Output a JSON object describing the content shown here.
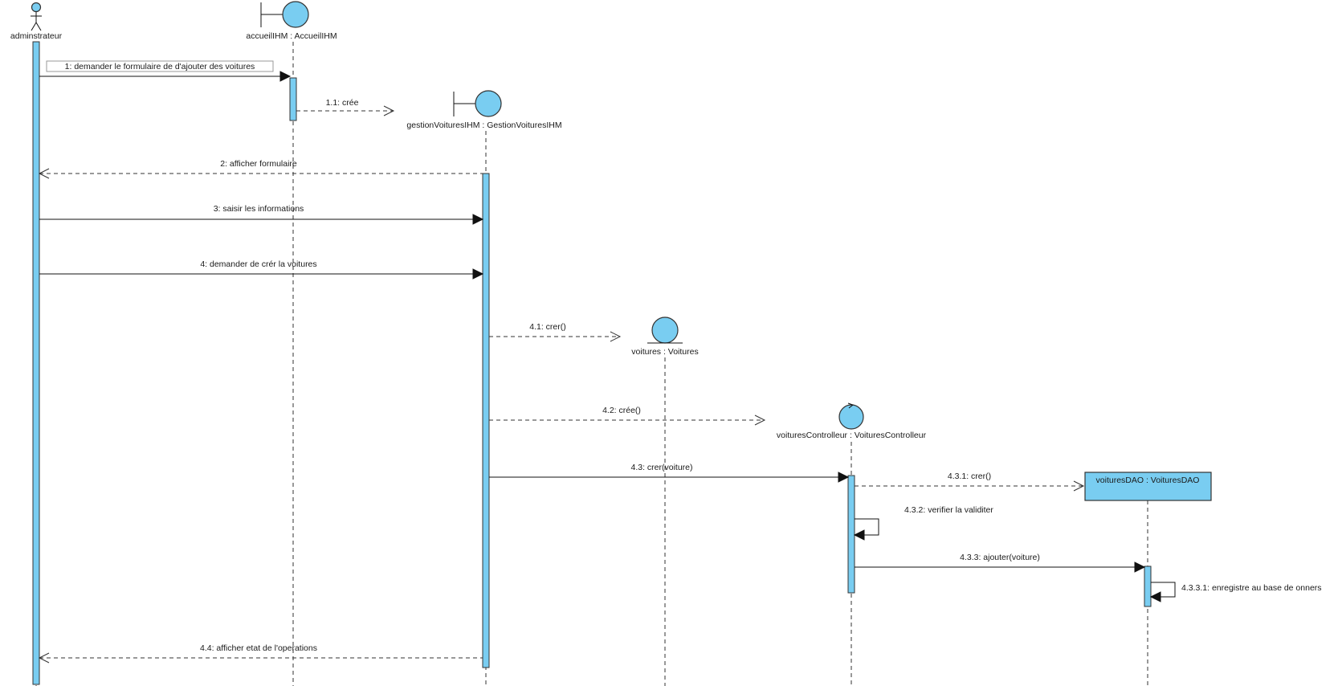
{
  "participants": {
    "admin": "adminstrateur",
    "accueil": "accueilIHM : AccueilIHM",
    "gestion": "gestionVoituresIHM : GestionVoituresIHM",
    "voitures": "voitures : Voitures",
    "controlleur": "voituresControlleur : VoituresControlleur",
    "dao": "voituresDAO : VoituresDAO"
  },
  "messages": {
    "m1": "1: demander le formulaire   de  d'ajouter  des voitures",
    "m1_1": "1.1: crée",
    "m2": "2: afficher formulaire",
    "m3": "3: saisir les informations",
    "m4": "4: demander de crér la voitures",
    "m4_1": "4.1: crer()",
    "m4_2": "4.2: crée()",
    "m4_3": "4.3: crer(voiture)",
    "m4_3_1": "4.3.1: crer()",
    "m4_3_2": "4.3.2: verifier la validiter",
    "m4_3_3": "4.3.3: ajouter(voiture)",
    "m4_3_3_1": "4.3.3.1: enregistre au base de onners",
    "m4_4": "4.4: afficher etat de l'operations"
  },
  "colors": {
    "element_fill": "#79cdf1",
    "line": "#333333"
  }
}
